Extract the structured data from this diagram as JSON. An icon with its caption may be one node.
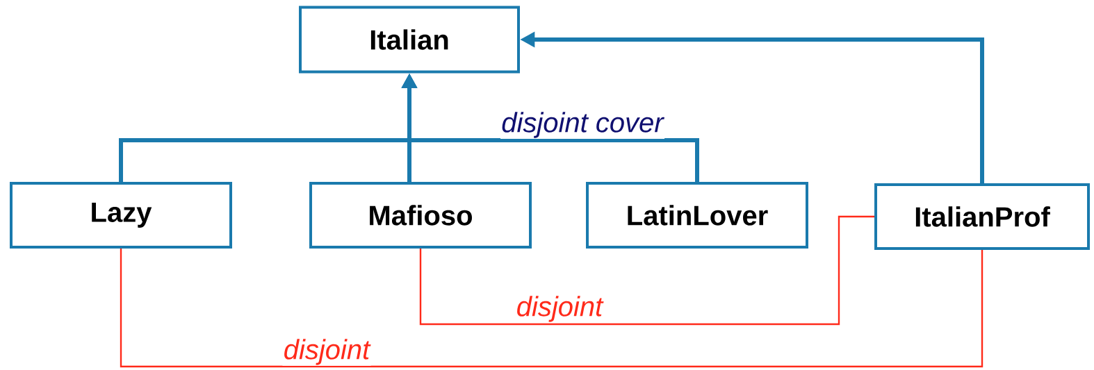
{
  "diagram": {
    "nodes": [
      {
        "text": [
          "Italian"
        ]
      },
      {
        "text": [
          "Lazy"
        ]
      },
      {
        "text": [
          "Mafioso"
        ]
      },
      {
        "text": [
          "LatinLover"
        ]
      },
      {
        "text": [
          "ItalianProf"
        ]
      }
    ],
    "edges": [
      {
        "from": 1,
        "to": 0,
        "arrow": "to"
      },
      {
        "from": 2,
        "to": 0,
        "arrow": "to"
      },
      {
        "from": 3,
        "to": 0,
        "arrow": "to",
        "label": "disjoint cover"
      },
      {
        "from": 4,
        "to": 0,
        "arrow": "to"
      },
      {
        "from": 2,
        "to": 4,
        "arrow": "none",
        "label": "disjoint",
        "color": "#ff2a1a"
      },
      {
        "from": 1,
        "to": 4,
        "arrow": "none",
        "label": "disjoint",
        "color": "#ff2a1a"
      }
    ]
  }
}
